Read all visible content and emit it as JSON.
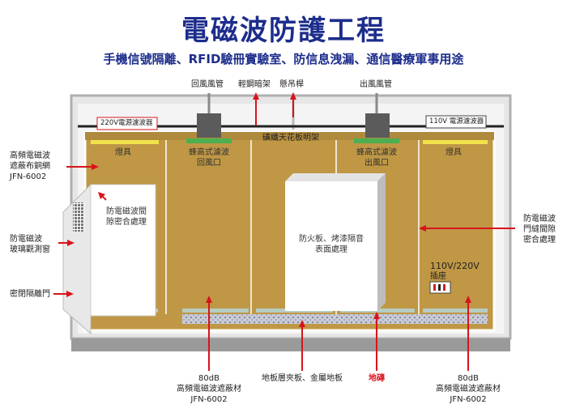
{
  "title": "電磁波防護工程",
  "subtitle": "手機信號隔離、RFID驗冊實驗室、防信息洩漏、通信醫療軍事用途",
  "top_labels": {
    "return_duct": "回風風管",
    "light_steel_frame": "輕鋼暗架",
    "hanging_rod": "懸吊桿",
    "outlet_duct": "出風風管"
  },
  "filters": {
    "filter_220": "220V電源濾波器",
    "filter_110": "110V 電源濾波器"
  },
  "ceiling": {
    "label": "礦纖天花板明架"
  },
  "panels": {
    "lamp_left": "燈具",
    "lamp_right": "燈具",
    "return_vent": [
      "蜂高式濾波",
      "回風口"
    ],
    "outlet_vent": [
      "蜂高式濾波",
      "出風口"
    ],
    "gap_seal": [
      "防電磁波間",
      "隙密合處理"
    ],
    "fireproof": [
      "防火板、烤漆隔音",
      "表面處理"
    ],
    "outlet_voltage": "110V/220V",
    "outlet_socket": "插座"
  },
  "left_labels": {
    "mesh": [
      "高頻電磁波",
      "遮蔽布銅網",
      "JFN-6002"
    ],
    "window": [
      "防電磁波",
      "玻璃觀測窗"
    ],
    "door": "密閉隔離門"
  },
  "right_labels": {
    "door_gap": [
      "防電磁波",
      "門縫間隙",
      "密合處理"
    ]
  },
  "bottom_labels": {
    "material_left": [
      "80dB",
      "高頻電磁波遮蔽材",
      "JFN-6002"
    ],
    "floor": "地板層夾板、金屬地板",
    "ground": "地磚",
    "material_right": [
      "80dB",
      "高頻電磁波遮蔽材",
      "JFN-6002"
    ]
  },
  "colors": {
    "title": "#1d2d8c",
    "wall": "#bf9745",
    "arrow": "#d8141b",
    "frame": "#b0b0b0",
    "lamp": "#f2e24a",
    "vent_strip": "#4caf50"
  }
}
